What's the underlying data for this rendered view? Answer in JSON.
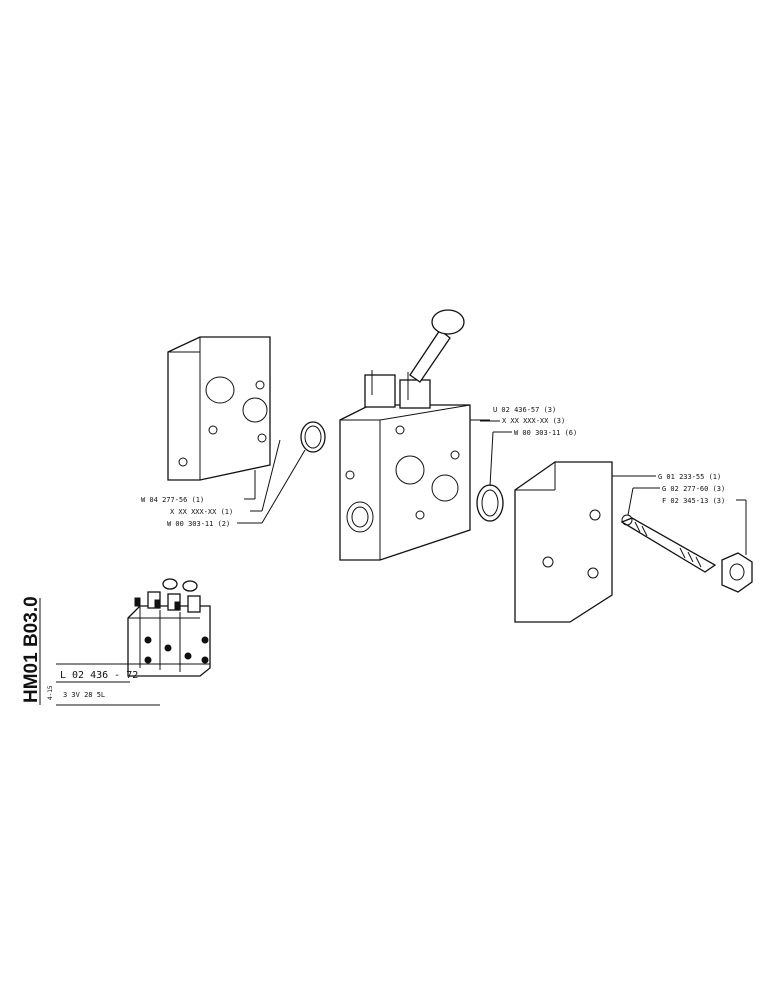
{
  "side_code": "HM01 B03.0",
  "side_sub": "4-15",
  "assembly": {
    "part_number": "L 02 436 - 72",
    "description": "3 3V 28 5L"
  },
  "callouts": {
    "c1": "W 04 277-56 (1)",
    "c2": "X XX XXX-XX (1)",
    "c3": "W 00 303-11 (2)",
    "c4": "U 02 436-57 (3)",
    "c5": "X XX XXX-XX (3)",
    "c6": "W 00 303-11 (6)",
    "c7": "G 01 233-55 (1)",
    "c8": "G 02 277-60 (3)",
    "c9": "F 02 345-13 (3)"
  }
}
